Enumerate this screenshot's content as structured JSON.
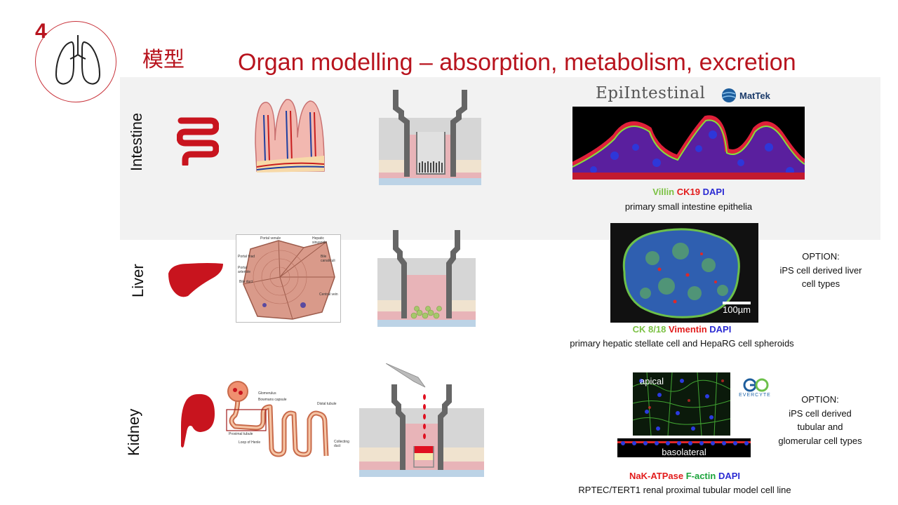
{
  "slide": {
    "number": "4",
    "title_cn": "模型",
    "title": "Organ modelling – absorption, metabolism, excretion"
  },
  "rows": [
    {
      "label": "Intestine",
      "brand": "EpiIntestinal",
      "partner_logo": "MatTek",
      "caption_markers": [
        "Villin",
        "CK19",
        "DAPI"
      ],
      "caption": "primary small intestine epithelia"
    },
    {
      "label": "Liver",
      "diagram_labels": [
        "Portal venule",
        "Hepatic sinusoids",
        "Portal triad",
        "Portal arteriole",
        "Bile canaliculi",
        "Bile duct",
        "Central vein"
      ],
      "scale_bar": "100µm",
      "caption_markers": [
        "CK 8/18",
        "Vimentin",
        "DAPI"
      ],
      "caption": "primary hepatic stellate cell and HepaRG cell spheroids",
      "option_lines": [
        "OPTION:",
        "iPS cell derived liver",
        "cell types"
      ]
    },
    {
      "label": "Kidney",
      "diagram_labels": [
        "Glomerulus",
        "Bowmans capsule",
        "Distal tubule",
        "Proximal tubule",
        "Loop of Henle",
        "Collecting duct"
      ],
      "image_labels": [
        "apical",
        "basolateral"
      ],
      "partner_logo": "EVERCYTE",
      "caption_markers": [
        "NaK-ATPase",
        "F-actin",
        "DAPI"
      ],
      "caption": "RPTEC/TERT1 renal proximal tubular model cell line",
      "option_lines": [
        "OPTION:",
        "iPS cell derived",
        "tubular and",
        "glomerular cell types"
      ]
    }
  ],
  "icons": [
    "lungs-icon",
    "intestine-icon",
    "liver-icon",
    "kidney-icon",
    "pipette-icon"
  ],
  "colors": {
    "accent": "#b8141e",
    "band": "#f2f2f2",
    "insert_gray": "#6d6d6d",
    "medium_pink": "#e8b4b8",
    "organ_red": "#c8141e"
  }
}
